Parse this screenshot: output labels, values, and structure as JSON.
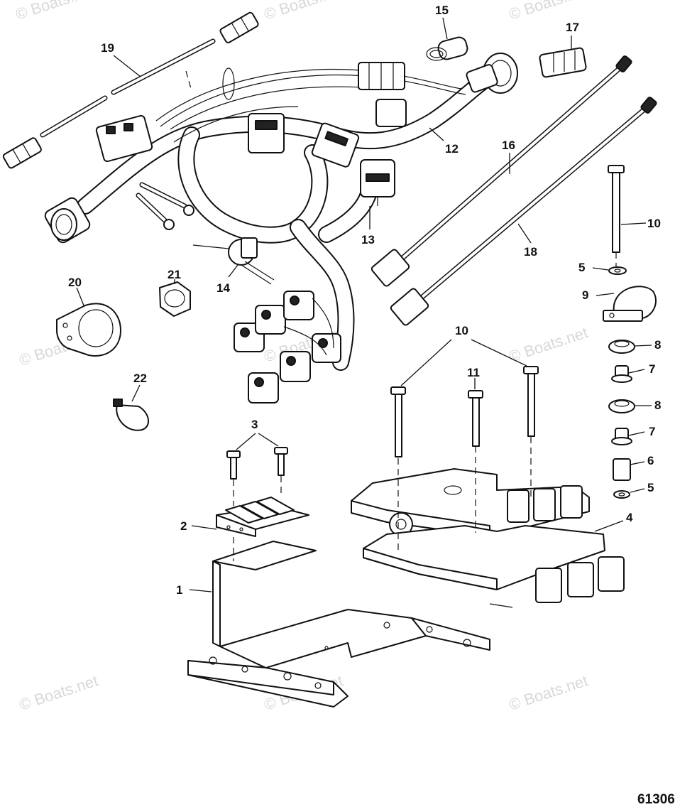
{
  "watermark": "© Boats.net",
  "drawing_number": "61306",
  "callouts": [
    "1",
    "2",
    "3",
    "4",
    "5",
    "5",
    "6",
    "7",
    "7",
    "8",
    "8",
    "9",
    "10",
    "10",
    "11",
    "12",
    "13",
    "14",
    "15",
    "16",
    "17",
    "18",
    "19",
    "20",
    "21",
    "22"
  ]
}
